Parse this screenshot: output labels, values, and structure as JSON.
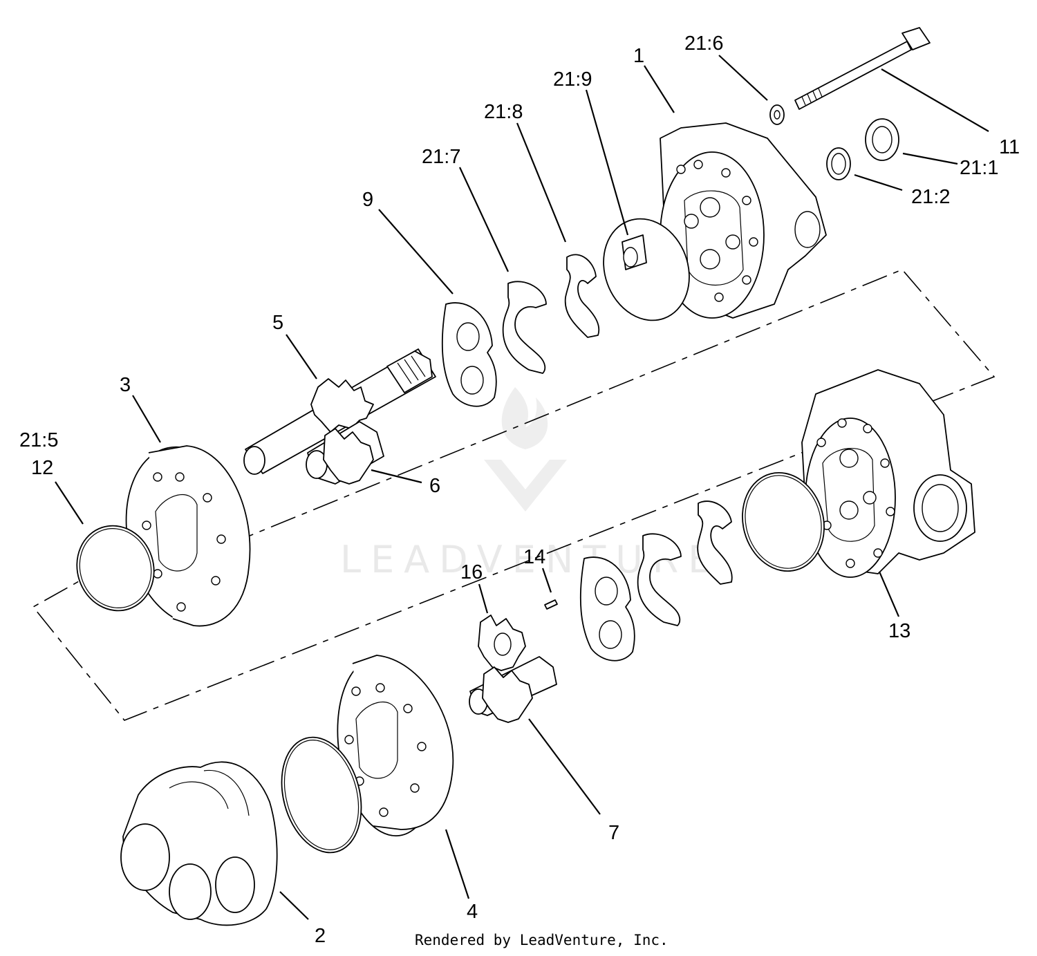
{
  "callouts": {
    "c1": "1",
    "c2": "2",
    "c3": "3",
    "c4": "4",
    "c5": "5",
    "c6": "6",
    "c7": "7",
    "c9": "9",
    "c11": "11",
    "c12": "12",
    "c13": "13",
    "c14": "14",
    "c16": "16",
    "c21_1": "21:1",
    "c21_2": "21:2",
    "c21_5": "21:5",
    "c21_6": "21:6",
    "c21_7": "21:7",
    "c21_8": "21:8",
    "c21_9": "21:9"
  },
  "watermark": "LEADVENTURE",
  "credit": "Rendered by LeadVenture, Inc."
}
